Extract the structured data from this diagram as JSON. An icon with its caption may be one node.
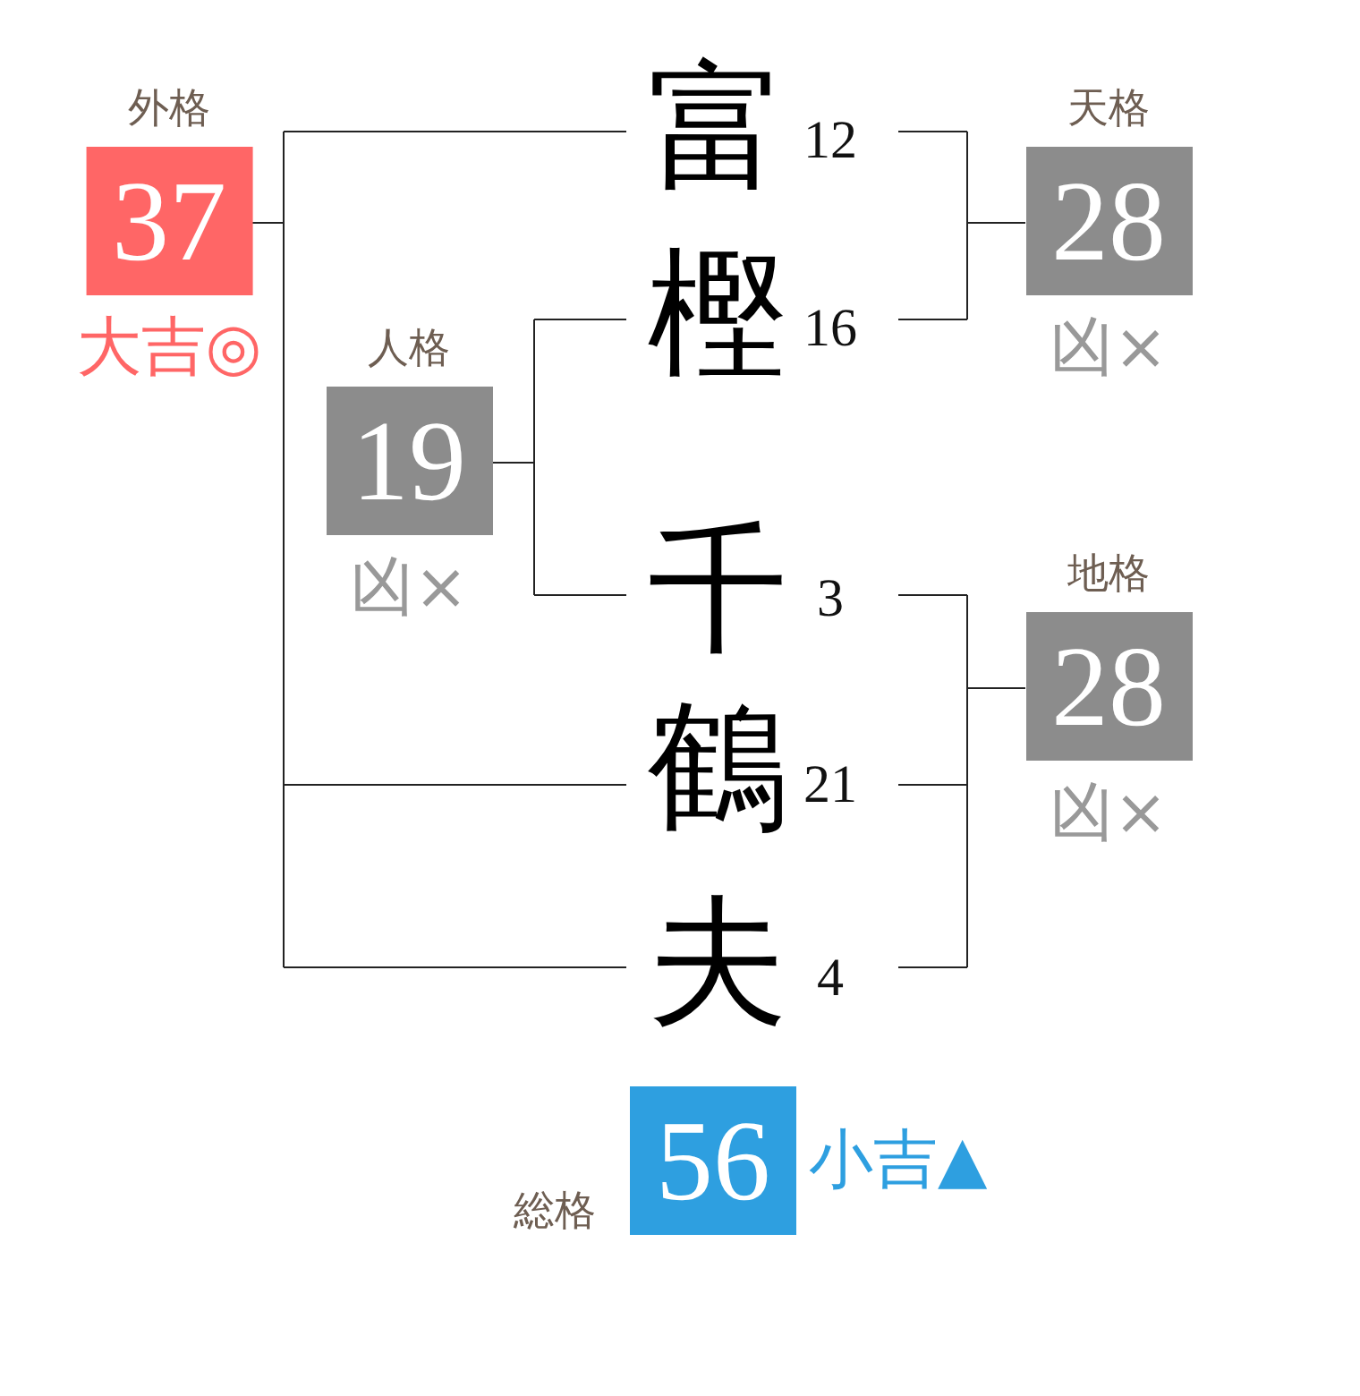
{
  "diagram": {
    "nodes": [
      {
        "text": [
          "外格",
          "37"
        ],
        "beside": [
          "大吉◎"
        ]
      },
      {
        "text": [
          "富"
        ],
        "beside": [
          "12"
        ]
      },
      {
        "text": [
          "天格",
          "28"
        ],
        "beside": [
          "凶×"
        ]
      },
      {
        "text": [
          "樫"
        ],
        "beside": [
          "16"
        ]
      },
      {
        "text": [
          "人格",
          "19"
        ],
        "beside": [
          "凶×"
        ]
      },
      {
        "text": [
          "千"
        ],
        "beside": [
          "3"
        ]
      },
      {
        "text": [
          "地格",
          "28"
        ],
        "beside": [
          "凶×"
        ]
      },
      {
        "text": [
          "鶴"
        ],
        "beside": [
          "21"
        ]
      },
      {
        "text": [
          "夫"
        ],
        "beside": [
          "4"
        ]
      },
      {
        "text": [
          "総格",
          "56"
        ],
        "beside": [
          "小吉▲"
        ]
      }
    ],
    "edges": [
      {
        "from": 1,
        "to": 2,
        "arrow": "none"
      },
      {
        "from": 3,
        "to": 2,
        "arrow": "none"
      },
      {
        "from": 3,
        "to": 4,
        "arrow": "none"
      },
      {
        "from": 5,
        "to": 4,
        "arrow": "none"
      },
      {
        "from": 5,
        "to": 6,
        "arrow": "none"
      },
      {
        "from": 7,
        "to": 6,
        "arrow": "none"
      },
      {
        "from": 8,
        "to": 6,
        "arrow": "none"
      },
      {
        "from": 1,
        "to": 0,
        "arrow": "none"
      },
      {
        "from": 7,
        "to": 0,
        "arrow": "none"
      },
      {
        "from": 8,
        "to": 0,
        "arrow": "none"
      }
    ]
  }
}
